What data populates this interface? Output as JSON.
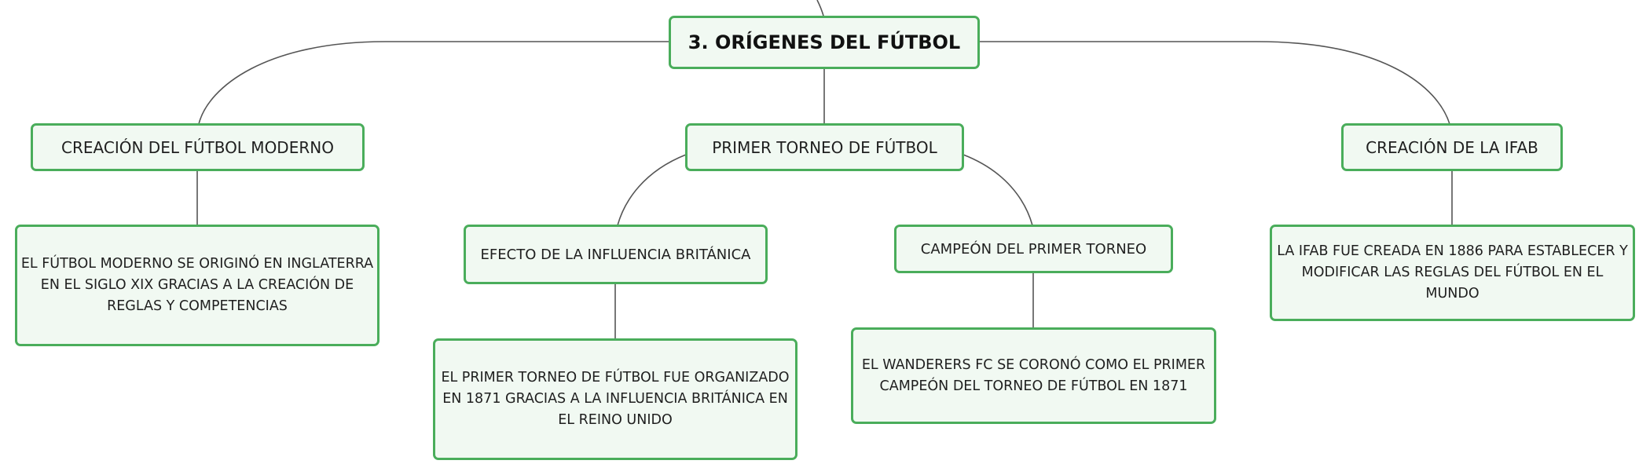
{
  "colors": {
    "node_border": "#4aad5b",
    "node_fill": "#f1f9f2",
    "connector": "#555555",
    "text": "#1f1f1f"
  },
  "root": {
    "label": "3. ORÍGENES DEL FÚTBOL"
  },
  "branches": [
    {
      "label": "CREACIÓN DEL FÚTBOL MODERNO",
      "detail": "EL FÚTBOL MODERNO SE ORIGINÓ EN INGLATERRA EN EL SIGLO XIX GRACIAS A LA CREACIÓN DE REGLAS Y COMPETENCIAS"
    },
    {
      "label": "PRIMER TORNEO DE FÚTBOL",
      "children": [
        {
          "label": "EFECTO DE LA INFLUENCIA BRITÁNICA",
          "detail": "EL PRIMER TORNEO DE FÚTBOL FUE ORGANIZADO EN 1871 GRACIAS A LA INFLUENCIA BRITÁNICA EN EL REINO UNIDO"
        },
        {
          "label": "CAMPEÓN DEL PRIMER TORNEO",
          "detail": "EL WANDERERS FC SE CORONÓ COMO EL PRIMER CAMPEÓN DEL TORNEO DE FÚTBOL EN 1871"
        }
      ]
    },
    {
      "label": "CREACIÓN DE LA IFAB",
      "detail": "LA IFAB FUE CREADA EN 1886 PARA ESTABLECER Y MODIFICAR LAS REGLAS DEL FÚTBOL EN EL MUNDO"
    }
  ]
}
